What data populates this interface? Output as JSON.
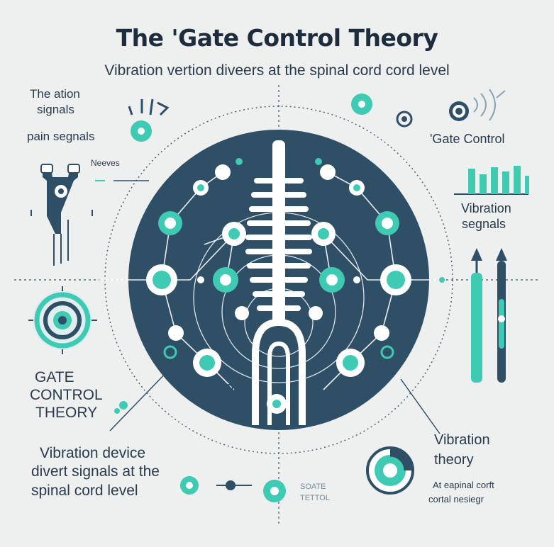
{
  "title": "The 'Gate Control Theory",
  "subtitle": "Vibration vertion diveers at the spinal cord cord level",
  "left_labels": {
    "line1": "The ation",
    "line2": "signals",
    "line3": "pain segnals",
    "nerves": "Neeves"
  },
  "left_theory": [
    "GATE",
    "CONTROL",
    "THEORY"
  ],
  "bottom_left": [
    "Vibration device",
    "divert signals at the",
    "spinal cord level"
  ],
  "bottom_center": [
    "SOATE",
    "TETTOL"
  ],
  "right_labels": {
    "gate_control": "'Gate Control",
    "vibration_signals": [
      "Vibration",
      "segnals"
    ]
  },
  "vibration_theory": [
    "Vibration",
    "theory"
  ],
  "bottom_right": [
    "At eapinal corft",
    "cortal nesiegr"
  ],
  "colors": {
    "navy": "#2f4f66",
    "teal": "#3fcab4",
    "white": "#ffffff",
    "background": "#eef0f0"
  },
  "icons": [
    "neuron-icon",
    "target-icon",
    "vibration-waves-icon",
    "bar-chart-icon",
    "up-arrow-slider-icon",
    "donut-icon",
    "spinal-cord-icon"
  ]
}
